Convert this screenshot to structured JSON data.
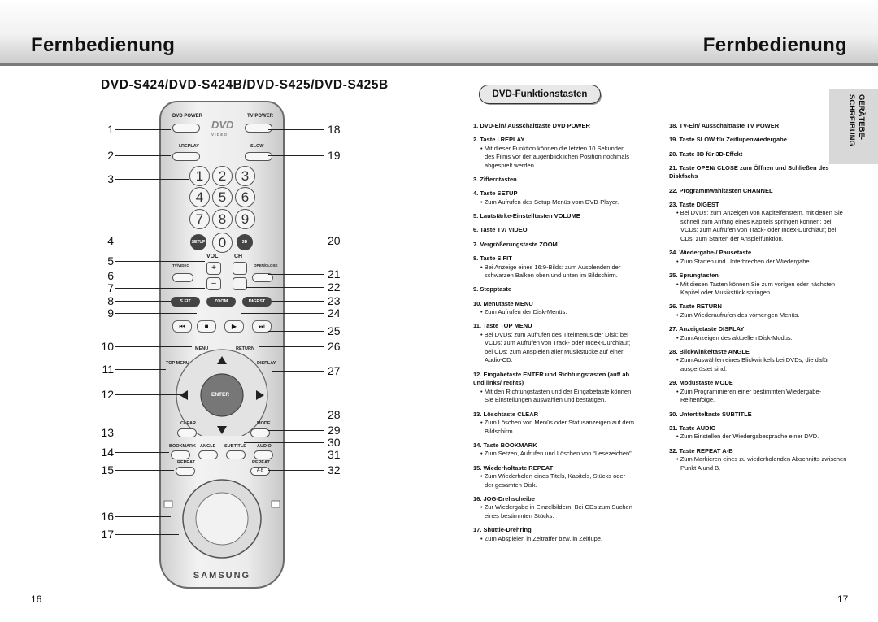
{
  "left_page": {
    "title": "Fernbedienung",
    "models": "DVD-S424/DVD-S424B/DVD-S425/DVD-S425B",
    "page_number": "16"
  },
  "right_page": {
    "title": "Fernbedienung",
    "page_number": "17",
    "side_tab_line1": "GERÄTEBE-",
    "side_tab_line2": "SCHREIBUNG"
  },
  "section_title": "DVD-Funktionstasten",
  "remote": {
    "dvd_power": "DVD POWER",
    "tv_power": "TV POWER",
    "dvd_logo": "DVD",
    "video": "V I D E O",
    "i_replay": "I.REPLAY",
    "slow": "SLOW",
    "digits": [
      "1",
      "2",
      "3",
      "4",
      "5",
      "6",
      "7",
      "8",
      "9",
      "0"
    ],
    "setup": "SETUP",
    "3d": "3D",
    "vol": "VOL",
    "ch": "CH",
    "tv_video": "TV/VIDEO",
    "open_close": "OPEN/CLOSE",
    "plus": "+",
    "minus": "–",
    "sfit": "S.FIT",
    "zoom": "ZOOM",
    "digest": "DIGEST",
    "menu": "MENU",
    "return": "RETURN",
    "top_menu": "TOP MENU",
    "display": "DISPLAY",
    "enter": "ENTER",
    "clear": "CLEAR",
    "mode": "MODE",
    "bookmark": "BOOKMARK",
    "angle": "ANGLE",
    "subtitle": "SUBTITLE",
    "audio": "AUDIO",
    "repeat": "REPEAT",
    "repeat2": "REPEAT",
    "ab": "A-B",
    "brand": "SAMSUNG"
  },
  "callouts_left": [
    "1",
    "2",
    "3",
    "4",
    "5",
    "6",
    "7",
    "8",
    "9",
    "10",
    "11",
    "12",
    "13",
    "14",
    "15",
    "16",
    "17"
  ],
  "callouts_right": [
    "18",
    "19",
    "20",
    "21",
    "22",
    "23",
    "24",
    "25",
    "26",
    "27",
    "28",
    "29",
    "30",
    "31",
    "32"
  ],
  "functions_left": [
    {
      "head": "1. DVD-Ein/ Ausschalttaste DVD POWER"
    },
    {
      "head": "2. Taste I.REPLAY",
      "desc": "• Mit dieser Funktion können die letzten 10 Sekunden des Films vor der augenblicklichen Position nochmals abgespielt werden."
    },
    {
      "head": "3. Zifferntasten"
    },
    {
      "head": "4. Taste SETUP",
      "desc": "• Zum Aufrufen des Setup-Menüs vom DVD-Player."
    },
    {
      "head": "5. Lautstärke-Einstelltasten VOLUME"
    },
    {
      "head": "6. Taste TV/ VIDEO"
    },
    {
      "head": "7. Vergrößerungstaste ZOOM"
    },
    {
      "head": "8. Taste S.FIT",
      "desc": "• Bei Anzeige eines 16:9-Bilds: zum Ausblenden der schwarzen Balken oben und unten im Bildschirm."
    },
    {
      "head": "9. Stopptaste"
    },
    {
      "head": "10. Menütaste MENU",
      "desc": "• Zum Aufrufen der Disk-Menüs."
    },
    {
      "head": "11. Taste TOP MENU",
      "desc": "• Bei DVDs: zum Aufrufen des Titelmenüs der Disk; bei VCDs: zum Aufrufen von Track- oder Index-Durchlauf; bei CDs: zum Anspielen aller Musikstücke auf einer Audio-CD."
    },
    {
      "head": "12. Eingabetaste ENTER und Richtungstasten (auf/ ab und links/ rechts)",
      "desc": "• Mit den Richtungstasten und der Eingabetaste können Sie Einstellungen auswählen und bestätigen."
    },
    {
      "head": "13. Löschtaste CLEAR",
      "desc": "• Zum Löschen von Menüs oder Statusanzeigen auf dem Bildschirm."
    },
    {
      "head": "14. Taste BOOKMARK",
      "desc": "• Zum Setzen, Aufrufen und Löschen von “Lesezeichen”."
    },
    {
      "head": "15. Wiederholtaste REPEAT",
      "desc": "• Zum Wiederholen eines Titels, Kapitels, Stücks oder der gesamten Disk."
    },
    {
      "head": "16. JOG-Drehscheibe",
      "desc": "• Zur Wiedergabe in Einzelbildern. Bei CDs zum Suchen eines bestimmten Stücks."
    },
    {
      "head": "17. Shuttle-Drehring",
      "desc": "• Zum Abspielen in Zeitraffer bzw. in Zeitlupe."
    }
  ],
  "functions_right": [
    {
      "head": "18. TV-Ein/ Ausschalttaste TV POWER"
    },
    {
      "head": "19. Taste SLOW für Zeitlupenwiedergabe"
    },
    {
      "head": "20. Taste 3D für 3D-Effekt"
    },
    {
      "head": "21. Taste OPEN/ CLOSE zum Öffnen und Schließen des Diskfachs"
    },
    {
      "head": "22. Programmwahltasten CHANNEL"
    },
    {
      "head": "23. Taste DIGEST",
      "desc": "• Bei DVDs: zum Anzeigen von Kapitelfenstern, mit denen Sie schnell zum Anfang eines Kapitels springen können; bei VCDs: zum Aufrufen von Track- oder Index-Durchlauf; bei CDs: zum Starten der Anspielfunktion."
    },
    {
      "head": "24. Wiedergabe-/ Pausetaste",
      "desc": "• Zum Starten und Unterbrechen der Wiedergabe."
    },
    {
      "head": "25. Sprungtasten",
      "desc": "• Mit diesen Tasten können Sie zum vorigen oder nächsten Kapitel oder Musikstück springen."
    },
    {
      "head": "26. Taste RETURN",
      "desc": "• Zum Wiederaufrufen des vorherigen Menüs."
    },
    {
      "head": "27. Anzeigetaste DISPLAY",
      "desc": "• Zum Anzeigen des aktuellen Disk-Modus."
    },
    {
      "head": "28. Blickwinkeltaste ANGLE",
      "desc": "• Zum Auswählen eines Blickwinkels bei DVDs, die dafür ausgerüstet sind."
    },
    {
      "head": "29. Modustaste MODE",
      "desc": "• Zum Programmieren einer bestimmten Wiedergabe-Reihenfolge."
    },
    {
      "head": "30. Untertiteltaste SUBTITLE"
    },
    {
      "head": "31. Taste AUDIO",
      "desc": "• Zum Einstellen der Wiedergabesprache einer DVD."
    },
    {
      "head": "32. Taste REPEAT A-B",
      "desc": "• Zum Markieren eines zu wiederholenden Abschnitts zwischen Punkt A und B."
    }
  ]
}
